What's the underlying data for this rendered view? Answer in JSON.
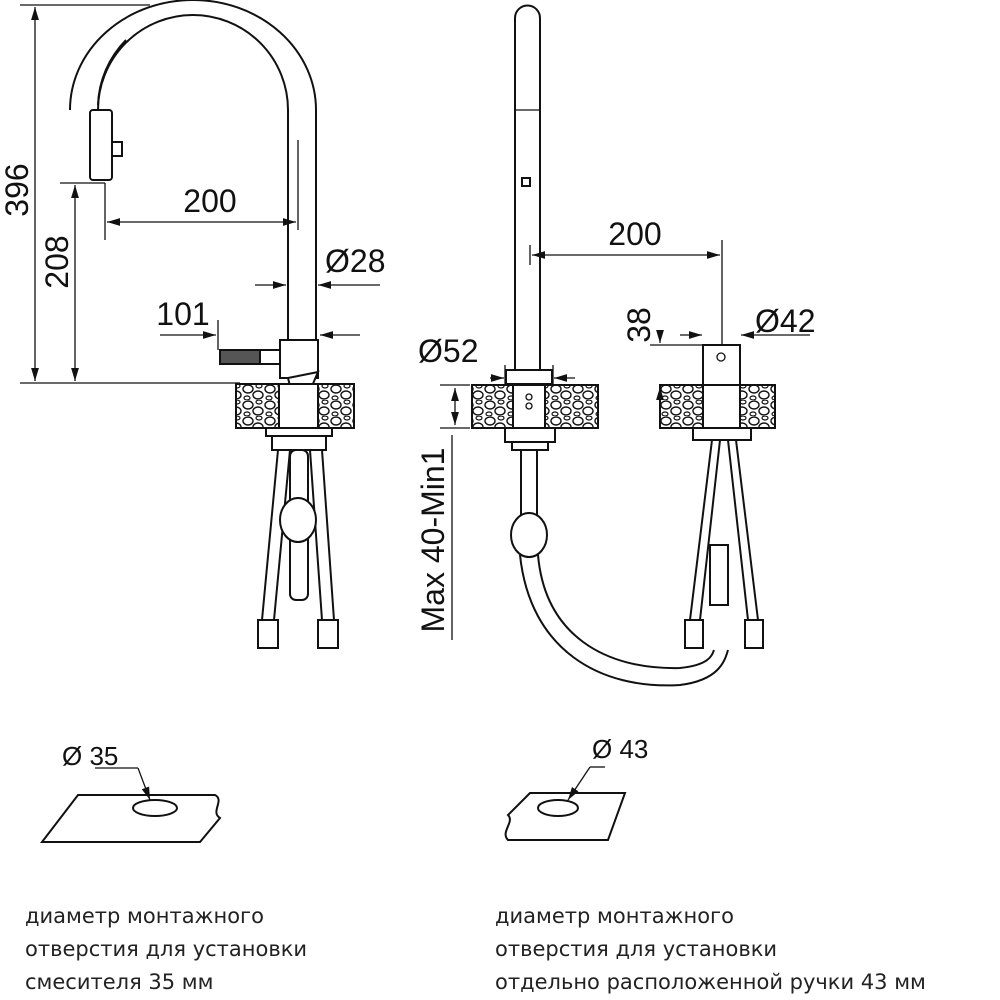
{
  "left_faucet": {
    "height_total": "396",
    "spout_height": "208",
    "reach": "200",
    "tube_diameter": "Ø28",
    "handle_length": "101"
  },
  "right_faucet": {
    "base_diameter": "Ø52",
    "reach": "200",
    "handle_diameter": "Ø42",
    "handle_height": "38",
    "countertop_thickness": "Max 40-Min1"
  },
  "holes": {
    "left_hole": "Ø 35",
    "right_hole": "Ø 43"
  },
  "captions": {
    "left": [
      "диаметр монтажного",
      "отверстия для установки",
      "смесителя 35 мм"
    ],
    "right": [
      "диаметр монтажного",
      "отверстия для установки",
      "отдельно расположенной ручки 43 мм"
    ]
  }
}
